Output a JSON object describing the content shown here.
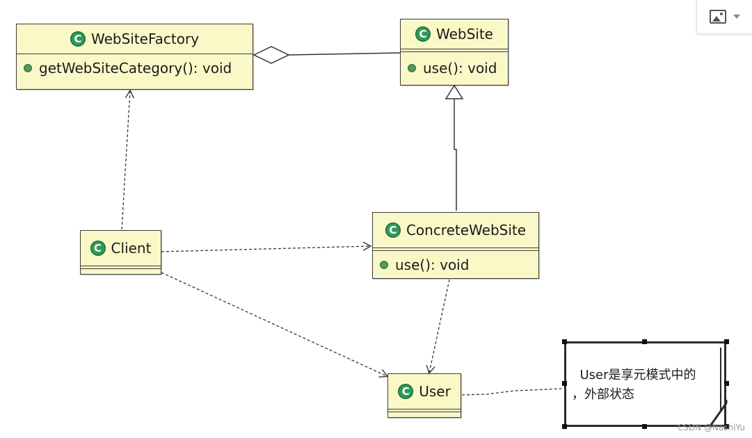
{
  "classes": {
    "factory": {
      "name": "WebSiteFactory",
      "method": "getWebSiteCategory(): void"
    },
    "website": {
      "name": "WebSite",
      "method": "use(): void"
    },
    "concrete": {
      "name": "ConcreteWebSite",
      "method": "use(): void"
    },
    "client": {
      "name": "Client"
    },
    "user": {
      "name": "User"
    }
  },
  "note": {
    "text": "User是享元模式中的\n，外部状态"
  },
  "icons": {
    "class_icon_letter": "C",
    "toolbar_icon": "image-icon",
    "toolbar_caret": "chevron-down-icon"
  },
  "colors": {
    "class_fill": "#fbf8c8",
    "class_icon": "#2f9a58"
  },
  "watermark": "CSDN @NashiYu"
}
